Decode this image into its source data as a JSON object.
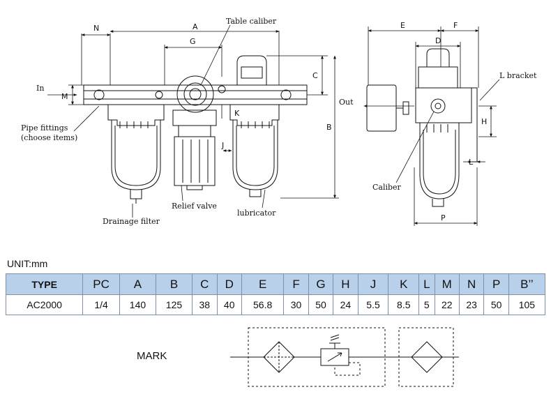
{
  "drawing": {
    "labels": {
      "table_caliber": "Table caliber",
      "in": "In",
      "out": "Out",
      "pipe_fittings_1": "Pipe fittings",
      "pipe_fittings_2": "(choose items)",
      "relief_valve": "Relief valve",
      "lubricator": "lubricator",
      "drainage_filter": "Drainage filter",
      "l_bracket": "L bracket",
      "caliber": "Caliber"
    },
    "dims": {
      "N": "N",
      "A": "A",
      "G": "G",
      "C": "C",
      "M": "M",
      "K": "K",
      "J": "J",
      "B": "B",
      "E": "E",
      "F": "F",
      "D": "D",
      "H": "H",
      "L": "L",
      "P": "P"
    }
  },
  "unit_label": "UNIT:mm",
  "spec_table": {
    "headers": [
      "TYPE",
      "PC",
      "A",
      "B",
      "C",
      "D",
      "E",
      "F",
      "G",
      "H",
      "J",
      "K",
      "L",
      "M",
      "N",
      "P",
      "B’’"
    ],
    "rows": [
      [
        "AC2000",
        "1/4",
        "140",
        "125",
        "38",
        "40",
        "56.8",
        "30",
        "50",
        "24",
        "5.5",
        "8.5",
        "5",
        "22",
        "23",
        "50",
        "105"
      ]
    ]
  },
  "mark_label": "MARK"
}
